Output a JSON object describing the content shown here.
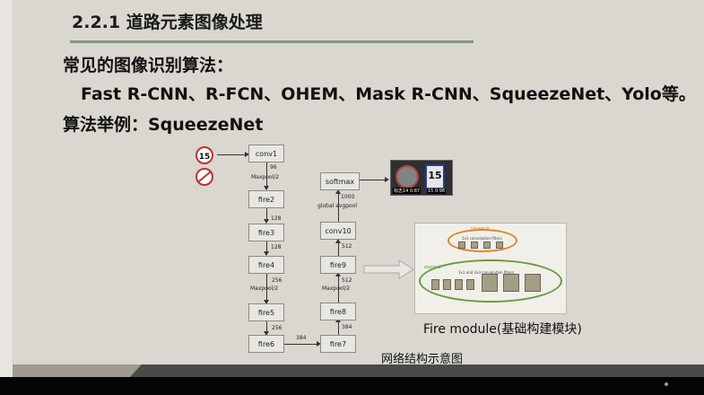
{
  "slide": {
    "section_title": "2.2.1 道路元素图像处理",
    "line1": "常见的图像识别算法：",
    "line2": "Fast R-CNN、R-FCN、OHEM、Mask R-CNN、SqueezeNet、Yolo等。",
    "line3": "算法举例：SqueezeNet"
  },
  "diagram": {
    "input_sign_label": "15",
    "nodes": {
      "conv1": "conv1",
      "fire2": "fire2",
      "fire3": "fire3",
      "fire4": "fire4",
      "fire5": "fire5",
      "fire6": "fire6",
      "fire7": "fire7",
      "fire8": "fire8",
      "fire9": "fire9",
      "conv10": "conv10",
      "softmax": "softmax"
    },
    "edges": {
      "e96": "96",
      "maxpool1": "Maxpool/2",
      "e128a": "128",
      "e128b": "128",
      "e256a": "256",
      "maxpool2": "Maxpool/2",
      "e256b": "256",
      "e384a": "384",
      "e384b": "384",
      "e512a": "512",
      "maxpool3": "Maxpool/2",
      "e512b": "512",
      "e1000": "1000",
      "gap": "global avgpool"
    },
    "output_photo": {
      "sign_number": "15",
      "left_label": "标志14 0.87",
      "right_label": "15 0.98"
    },
    "fire_module": {
      "squeeze_title": "squeeze",
      "squeeze_sub": "1x1 convolution filters",
      "expand_title": "expand",
      "expand_sub": "1x1 and 3x3 convolution filters",
      "caption": "Fire module(基础构建模块)"
    },
    "caption": "网络结构示意图"
  },
  "colors": {
    "background": "#d9d7d0",
    "underline": "#7f9a8b",
    "squeeze": "#d98a2a",
    "expand": "#6a9a3a"
  }
}
